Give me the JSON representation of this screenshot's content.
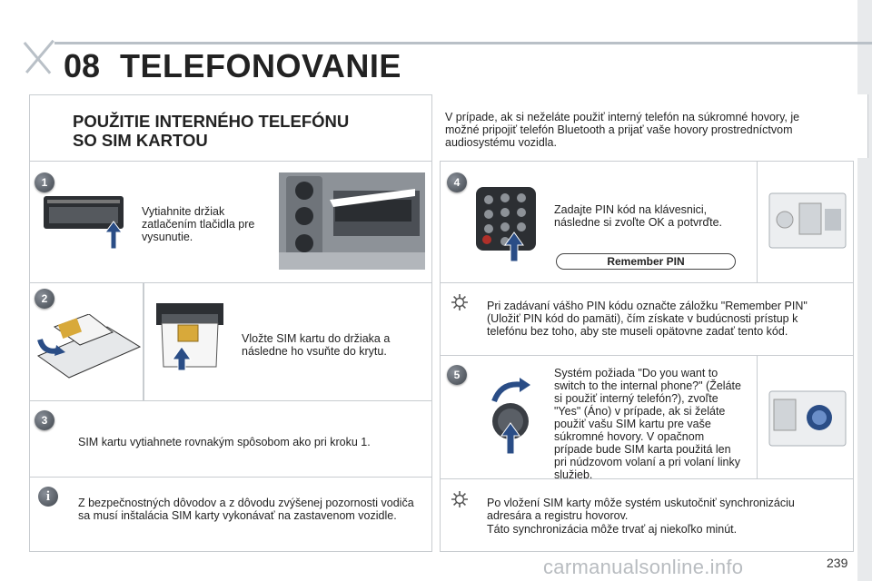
{
  "header": {
    "chapter": "08",
    "title": "TELEFONOVANIE"
  },
  "intro": {
    "heading_line1": "POUŽITIE INTERNÉHO TELEFÓNU",
    "heading_line2": "SO SIM KARTOU",
    "text": "V prípade, ak si neželáte použiť interný telefón na súkromné hovory, je možné pripojiť telefón Bluetooth a prijať vaše hovory prostredníctvom audiosystému vozidla."
  },
  "steps": {
    "s1": {
      "num": "1",
      "text": "Vytiahnite držiak zatlačením tlačidla pre vysunutie."
    },
    "s2": {
      "num": "2",
      "text": "Vložte SIM kartu do držiaka a následne ho vsuňte do krytu."
    },
    "s3": {
      "num": "3",
      "text": "SIM kartu vytiahnete rovnakým spôsobom ako pri kroku 1."
    },
    "s4": {
      "num": "4",
      "text": "Zadajte PIN kód na klávesnici, následne si zvoľte OK a potvrďte.",
      "pill": "Remember PIN"
    },
    "s5": {
      "num": "5",
      "text": "Systém požiada \"Do you want to switch to the internal phone?\" (Želáte si použiť interný telefón?), zvoľte \"Yes\" (Áno) v prípade, ak si želáte použiť vašu SIM kartu pre vaše súkromné hovory. V opačnom prípade bude SIM karta použitá len pri núdzovom volaní a pri volaní linky služieb."
    }
  },
  "tips": {
    "info_text": "Z bezpečnostných dôvodov a z dôvodu zvýšenej pozornosti vodiča sa musí inštalácia SIM karty vykonávať na zastavenom vozidle.",
    "pin_tip": "Pri zadávaní vášho PIN kódu označte záložku \"Remember PIN\" (Uložiť PIN kód do pamäti), čím získate v budúcnosti prístup k telefónu bez toho, aby ste museli opätovne zadať tento kód.",
    "sync_tip1": "Po vložení SIM karty môže systém uskutočniť synchronizáciu adresára a registru hovorov.",
    "sync_tip2": "Táto synchronizácia môže trvať aj niekoľko minút."
  },
  "footer": {
    "page": "239",
    "watermark": "carmanualsonline.info"
  }
}
